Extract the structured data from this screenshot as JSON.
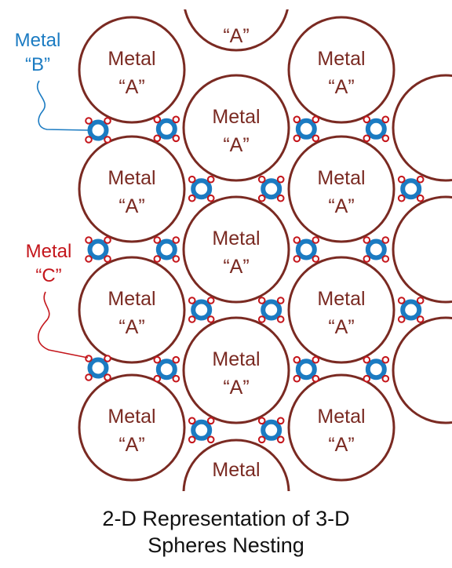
{
  "colors": {
    "metal_a": "#7a2a22",
    "metal_b": "#1b7bc2",
    "metal_c": "#c4161c",
    "caption": "#111111"
  },
  "metal_a_label": {
    "line1": "Metal",
    "line2": "“A”"
  },
  "metal_a_top_partial_label": "“A”",
  "metal_a_bottom_partial_label": "Metal",
  "callout_b": {
    "line1": "Metal",
    "line2": "“B”"
  },
  "callout_c": {
    "line1": "Metal",
    "line2": "“C”"
  },
  "caption": {
    "line1": "2-D Representation of 3-D",
    "line2": "Spheres Nesting"
  }
}
